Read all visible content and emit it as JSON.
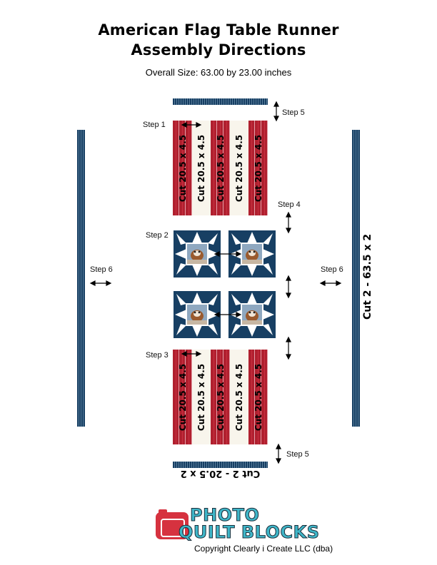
{
  "header": {
    "title_line1": "American Flag Table Runner",
    "title_line2": "Assembly Directions",
    "subtitle": "Overall Size: 63.00 by 23.00 inches"
  },
  "steps": {
    "step1": "Step 1",
    "step2": "Step 2",
    "step3": "Step 3",
    "step4": "Step 4",
    "step5_top": "Step 5",
    "step5_bottom": "Step 5",
    "step6_left": "Step 6",
    "step6_right": "Step 6"
  },
  "strips": {
    "top": [
      "Cut 20.5 x 4.5",
      "Cut 20.5 x 4.5",
      "Cut 20.5 x 4.5",
      "Cut 20.5 x 4.5",
      "Cut 20.5 x 4.5"
    ],
    "bottom": [
      "Cut 20.5 x 4.5",
      "Cut 20.5 x 4.5",
      "Cut 20.5 x 4.5",
      "Cut 20.5 x 4.5",
      "Cut 20.5 x 4.5"
    ]
  },
  "labels": {
    "side_border": "Cut 2 - 63.5 x 2",
    "end_border": "Cut 2 - 20.5 x 2"
  },
  "logo": {
    "line1": "PHOTO",
    "line2": "QUILT BLOCKS",
    "icon": "camera-icon"
  },
  "footer": {
    "copyright": "Copyright Clearly i Create LLC (dba)"
  },
  "colors": {
    "navy": "#173f63",
    "red": "#b0202f",
    "cream": "#f8f5ec",
    "logo_teal": "#3fb6c8",
    "logo_red": "#d6323f"
  }
}
